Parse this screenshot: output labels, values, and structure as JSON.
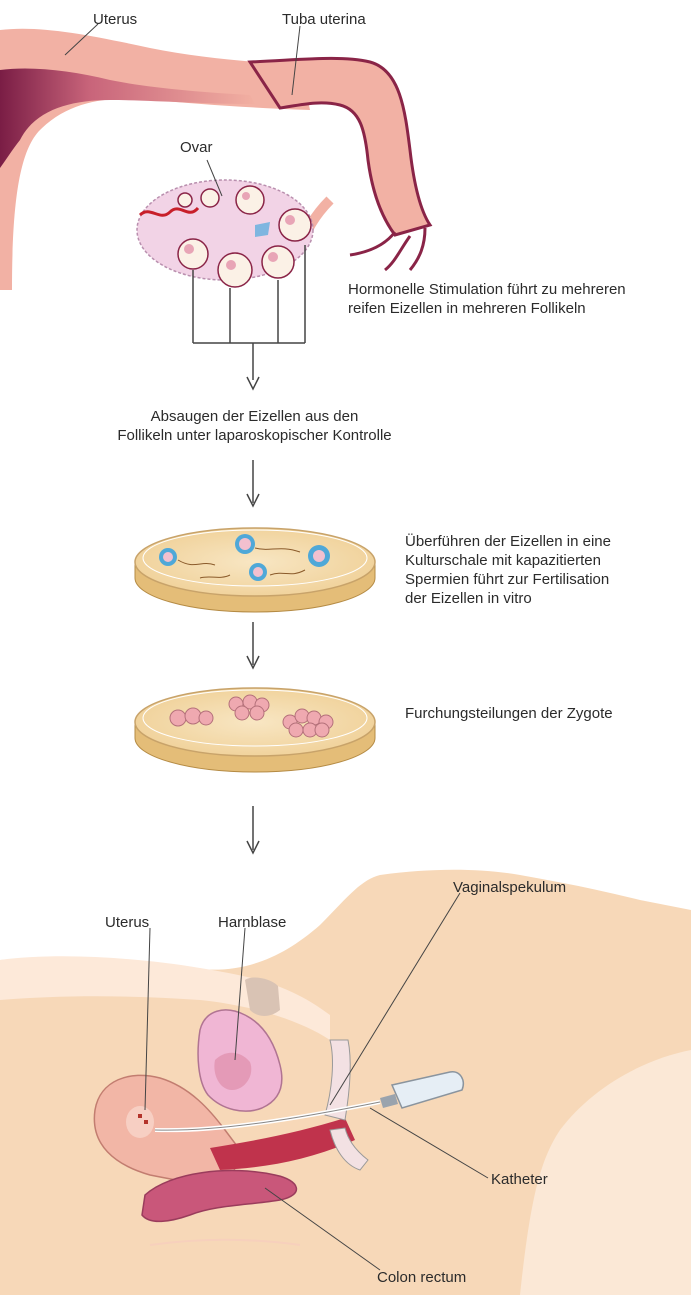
{
  "labels": {
    "uterus_top": "Uterus",
    "tuba_uterina": "Tuba uterina",
    "ovar": "Ovar",
    "vaginalspekulum": "Vaginalspekulum",
    "uterus_bottom": "Uterus",
    "harnblase": "Harnblase",
    "katheter": "Katheter",
    "colon_rectum": "Colon rectum"
  },
  "steps": {
    "stimulation": "Hormonelle Stimulation führt zu mehreren\nreifen Eizellen in mehreren Follikeln",
    "absaugen": "Absaugen der Eizellen aus den\nFollikeln unter laparoskopischer Kontrolle",
    "fertilisation": "Überführen der Eizellen in eine\nKulturschale mit kapazitierten\nSpermien führt zur Fertilisation\nder Eizellen in vitro",
    "furchung": "Furchungsteilungen der Zygote"
  },
  "colors": {
    "tissue_pink": "#f3b3a4",
    "tissue_dark": "#8a2447",
    "dish_gold": "#e9c98a",
    "dish_fill": "#f6dfb6",
    "skin_beige": "#f7d7b5",
    "bladder_pink": "#f0b6d4",
    "egg_blue": "#4fa8d8"
  }
}
